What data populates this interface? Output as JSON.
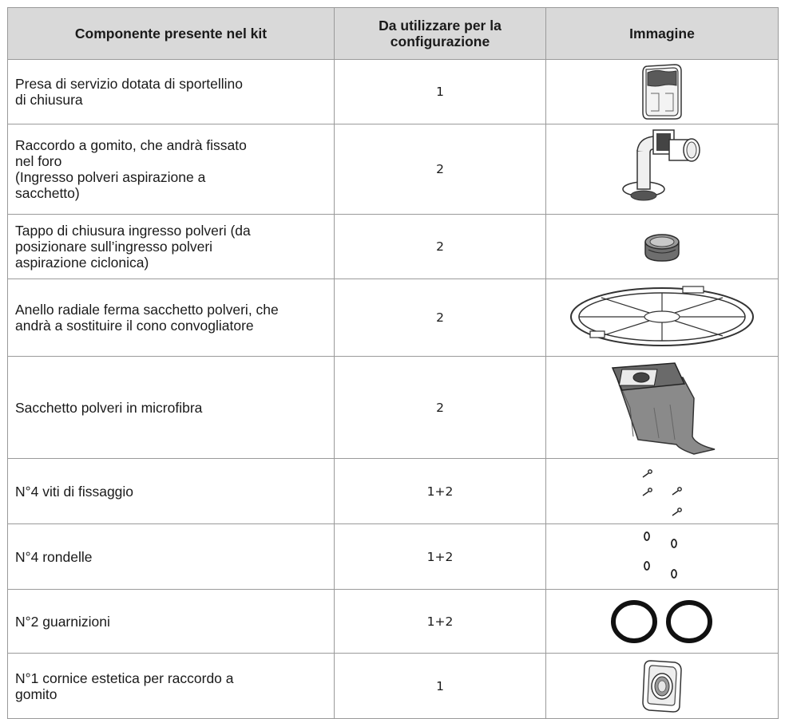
{
  "table": {
    "headers": {
      "component": "Componente presente nel kit",
      "configuration": "Da utilizzare per la configurazione",
      "image": "Immagine"
    },
    "rows": [
      {
        "description": "Presa di servizio dotata di sportellino di chiusura",
        "config": "1",
        "icon": "service-socket-icon"
      },
      {
        "description": "Raccordo  a gomito, che andrà fissato nel foro\n(Ingresso polveri aspirazione a sacchetto)",
        "config": "2",
        "icon": "elbow-fitting-icon"
      },
      {
        "description": "Tappo di chiusura ingresso polveri (da posizionare sull’ingresso polveri aspirazione ciclonica)",
        "config": "2",
        "icon": "dust-inlet-cap-icon"
      },
      {
        "description": "Anello radiale ferma sacchetto polveri, che andrà a sostituire il cono convogliatore",
        "config": "2",
        "icon": "radial-ring-icon"
      },
      {
        "description": "Sacchetto polveri in microfibra",
        "config": "2",
        "icon": "dust-bag-icon"
      },
      {
        "description": "N°4 viti di fissaggio",
        "config": "1+2",
        "icon": "screws-icon"
      },
      {
        "description": "N°4 rondelle",
        "config": "1+2",
        "icon": "washers-icon"
      },
      {
        "description": "N°2 guarnizioni",
        "config": "1+2",
        "icon": "gaskets-icon"
      },
      {
        "description": "N°1 cornice estetica per raccordo a gomito",
        "config": "1",
        "icon": "trim-frame-icon"
      }
    ]
  }
}
